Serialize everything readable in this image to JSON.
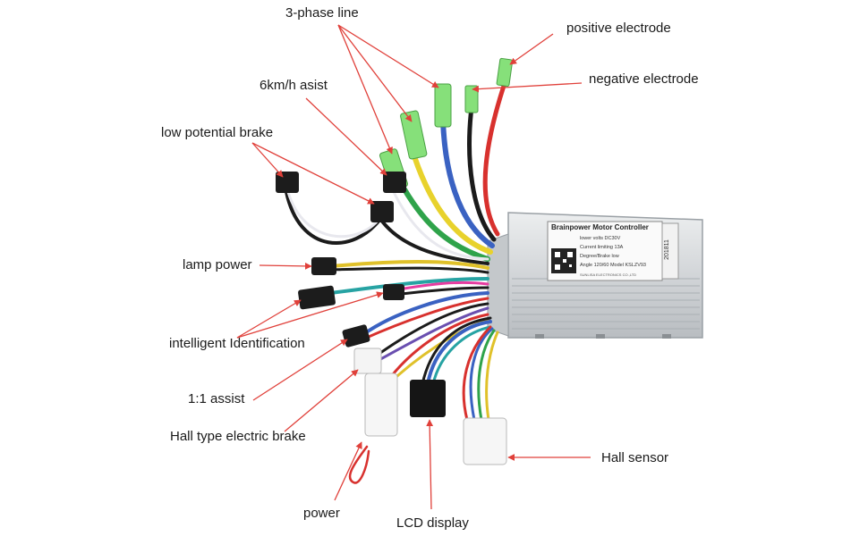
{
  "labels": {
    "three_phase": "3-phase line",
    "positive": "positive electrode",
    "negative": "negative electrode",
    "assist_6kmh": "6km/h asist",
    "low_brake": "low potential brake",
    "lamp_power": "lamp power",
    "intelligent_id": "intelligent Identification",
    "assist_1to1": "1:1 assist",
    "hall_brake": "Hall type electric brake",
    "power": "power",
    "lcd": "LCD display",
    "hall_sensor": "Hall sensor"
  },
  "controller": {
    "title": "Brainpower Motor Controller",
    "line1": "lower volts DC30V",
    "line2": "Current limiting 13A",
    "line3": "Degree/Brake low",
    "line4": "Angle 120/60   Model KSLZV93",
    "line5": "SUNLISA ELECTRONICS CO.,LTD",
    "serial": "201811"
  },
  "colors": {
    "arrow": "#e0403a",
    "controller_body": "#d6d8da",
    "connector_green": "#7be06a"
  }
}
